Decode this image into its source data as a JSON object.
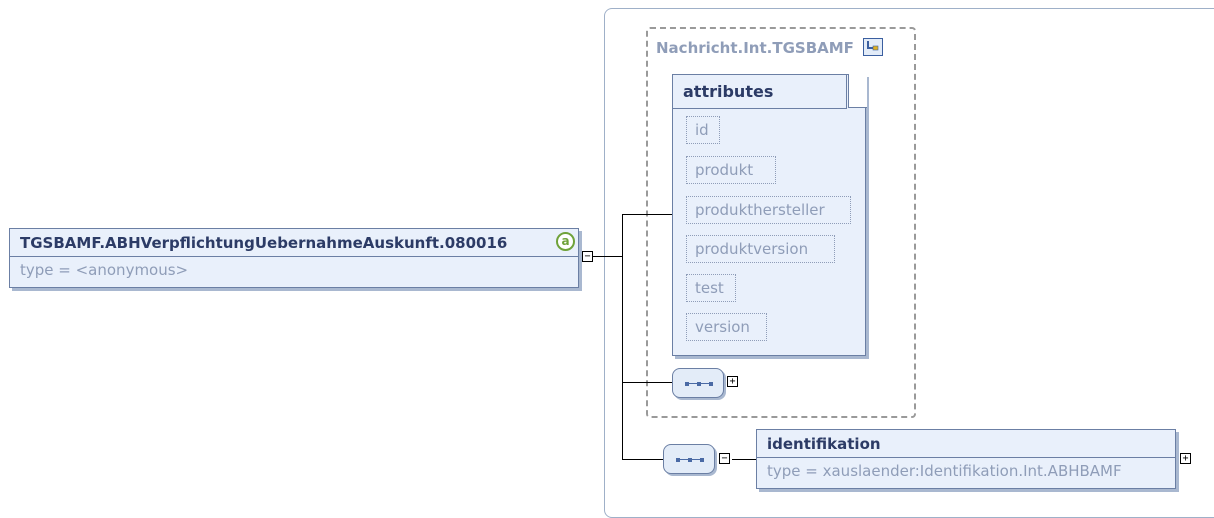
{
  "root_element": {
    "name": "TGSBAMF.ABHVerpflichtungUebernahmeAuskunft.080016",
    "type_label": "type = <anonymous>",
    "attribute_badge": "a"
  },
  "group": {
    "name": "Nachricht.Int.TGSBAMF"
  },
  "attributes_box": {
    "title": "attributes",
    "items": [
      "id",
      "produkt",
      "produkthersteller",
      "produktversion",
      "test",
      "version"
    ]
  },
  "child_element": {
    "name": "identifikation",
    "type_label": "type = xauslaender:Identifikation.Int.ABHBAMF"
  },
  "toggles": {
    "collapse": "−",
    "expand": "+"
  },
  "colors": {
    "box_border": "#6b7fa4",
    "box_fill": "#e9f0fb",
    "title_text": "#2c3b66",
    "muted_text": "#8f9db8",
    "badge_green": "#6fa23a"
  }
}
